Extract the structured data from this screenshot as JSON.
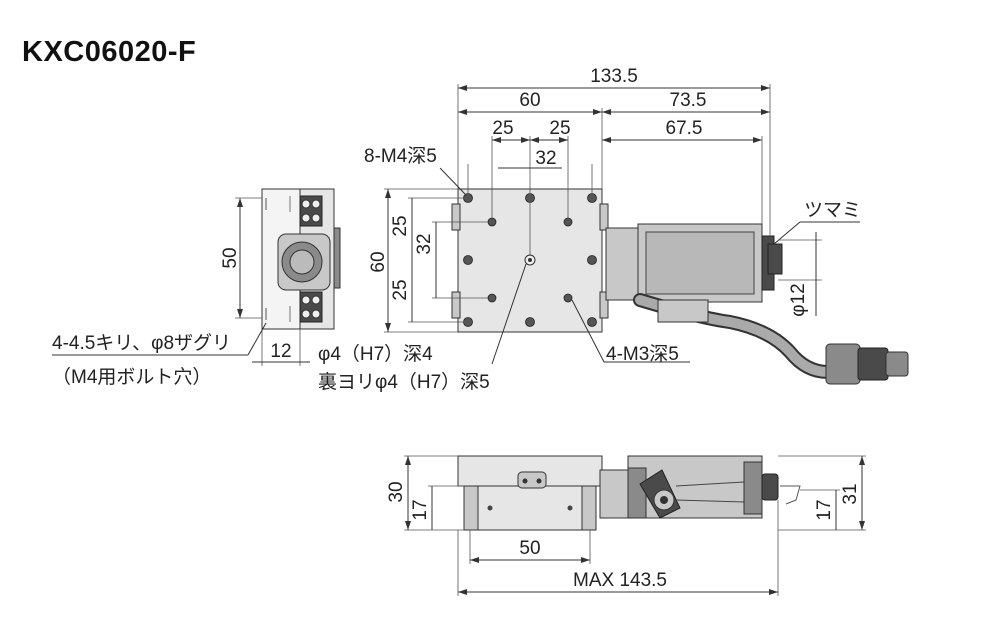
{
  "title": "KXC06020-F",
  "labels": {
    "dim_133_5": "133.5",
    "dim_60_top": "60",
    "dim_73_5": "73.5",
    "dim_25_a": "25",
    "dim_25_b": "25",
    "dim_67_5": "67.5",
    "dim_32_h": "32",
    "dim_50_side": "50",
    "dim_60_side": "60",
    "dim_25_v1": "25",
    "dim_32_v": "32",
    "dim_25_v2": "25",
    "dim_12_side": "12",
    "dim_phi12": "φ12",
    "dim_30": "30",
    "dim_17_left": "17",
    "dim_17_right": "17",
    "dim_31": "31",
    "dim_50_bottom": "50",
    "dim_max": "MAX 143.5",
    "note_m4": "8-M4深5",
    "note_knob": "ツマミ",
    "note_mount_1": "4-4.5キリ、φ8ザグリ",
    "note_mount_2": "（M4用ボルト穴）",
    "note_phi4_1": "φ4（H7）深4",
    "note_phi4_2": "裏ヨリφ4（H7）深5",
    "note_m3": "4-M3深5"
  }
}
